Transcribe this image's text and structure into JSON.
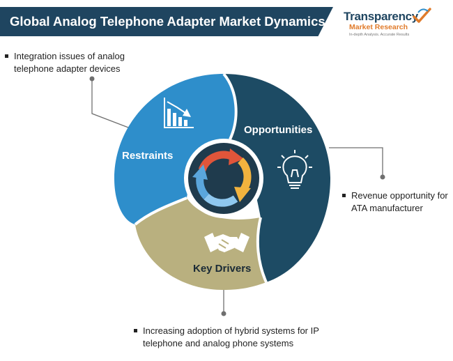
{
  "header": {
    "title": "Global Analog Telephone Adapter Market Dynamics"
  },
  "logo": {
    "name": "Transparency",
    "subtitle": "Market Research",
    "tagline": "In-depth Analysis. Accurate Results"
  },
  "segments": {
    "restraints": {
      "label": "Restraints",
      "icon": "declining-chart-icon",
      "color": "#2e8ecb"
    },
    "opportunities": {
      "label": "Opportunities",
      "icon": "light-bulb-icon",
      "color": "#1d4b64"
    },
    "key_drivers": {
      "label": "Key Drivers",
      "icon": "handshake-icon",
      "color": "#b9b07f"
    }
  },
  "center": {
    "icon": "cycle-arrows-icon",
    "colors": [
      "#e0553a",
      "#f2b33e",
      "#5aa6dc"
    ]
  },
  "notes": {
    "restraint": "Integration issues of analog telephone adapter devices",
    "opportunity": "Revenue opportunity for ATA manufacturer",
    "driver": "Increasing adoption of hybrid systems for IP telephone and analog phone systems"
  }
}
